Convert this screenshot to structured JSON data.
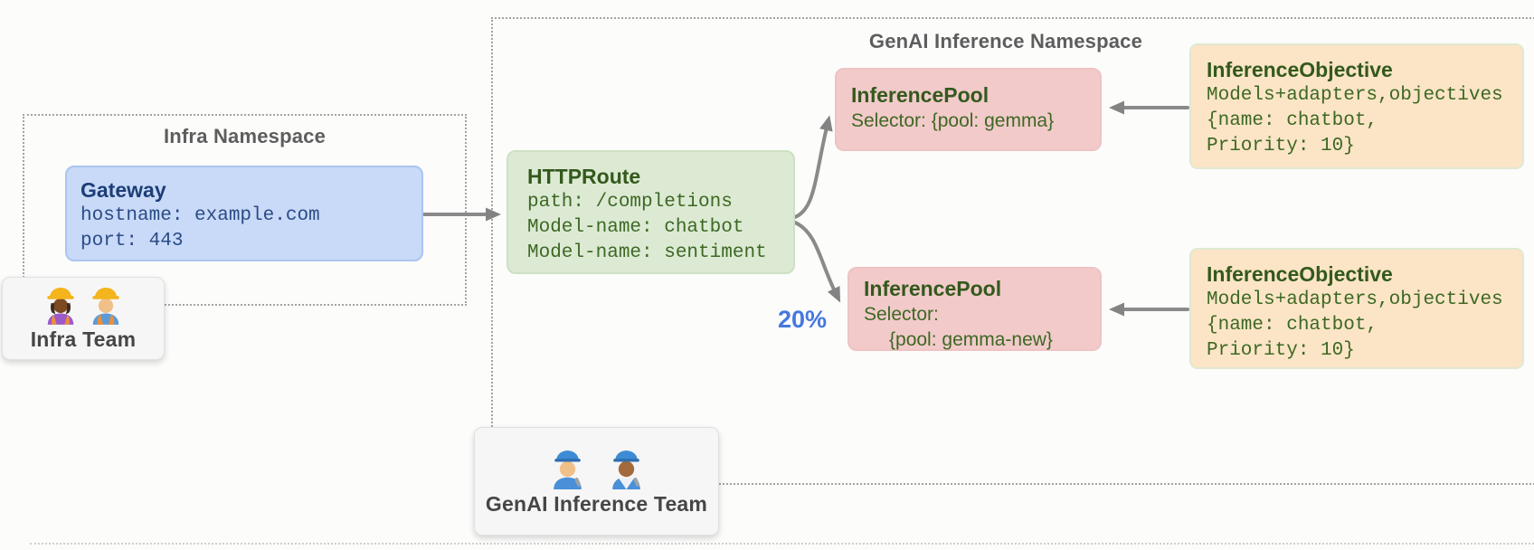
{
  "palette": {
    "gateway_fill": "#c9daf8",
    "httproute_fill": "#dcead4",
    "inference_pool_fill": "#f2caca",
    "inference_objective_fill": "#fbe5c6",
    "team_card_fill": "#f6f6f6",
    "arrow_gray": "#8a8a8a",
    "namespace_border_gray": "#a3a3a3",
    "traffic_label_blue": "#4678e0",
    "text_dark_green": "#3d6823",
    "text_dark_blue": "#2a4b85",
    "namespace_label_gray": "#5d5d5d"
  },
  "infra_namespace": {
    "label": "Infra Namespace"
  },
  "gateway": {
    "title": "Gateway",
    "lines": [
      "hostname: example.com",
      "port: 443"
    ]
  },
  "infra_team": {
    "label": "Infra Team",
    "icons": [
      "construction-worker-icon",
      "construction-worker-icon"
    ]
  },
  "genai_namespace": {
    "label": "GenAI Inference Namespace"
  },
  "httproute": {
    "title": "HTTPRoute",
    "lines": [
      "path: /completions",
      "Model-name: chatbot",
      "Model-name: sentiment"
    ]
  },
  "inference_pool_top": {
    "title": "InferencePool",
    "lines": [
      "Selector: {pool: gemma}"
    ]
  },
  "inference_pool_bottom": {
    "title": "InferencePool",
    "lines": [
      "Selector:",
      "{pool: gemma-new}"
    ]
  },
  "inference_objective_top": {
    "title": "InferenceObjective",
    "lines": [
      "Models+adapters,objectives",
      "{name: chatbot,",
      "Priority: 10}"
    ]
  },
  "inference_objective_bottom": {
    "title": "InferenceObjective",
    "lines": [
      "Models+adapters,objectives",
      "{name: chatbot,",
      "Priority: 10}"
    ]
  },
  "traffic_split": {
    "label": "20%"
  },
  "genai_team": {
    "label": "GenAI Inference Team",
    "icons": [
      "mechanic-icon",
      "mechanic-icon"
    ]
  }
}
